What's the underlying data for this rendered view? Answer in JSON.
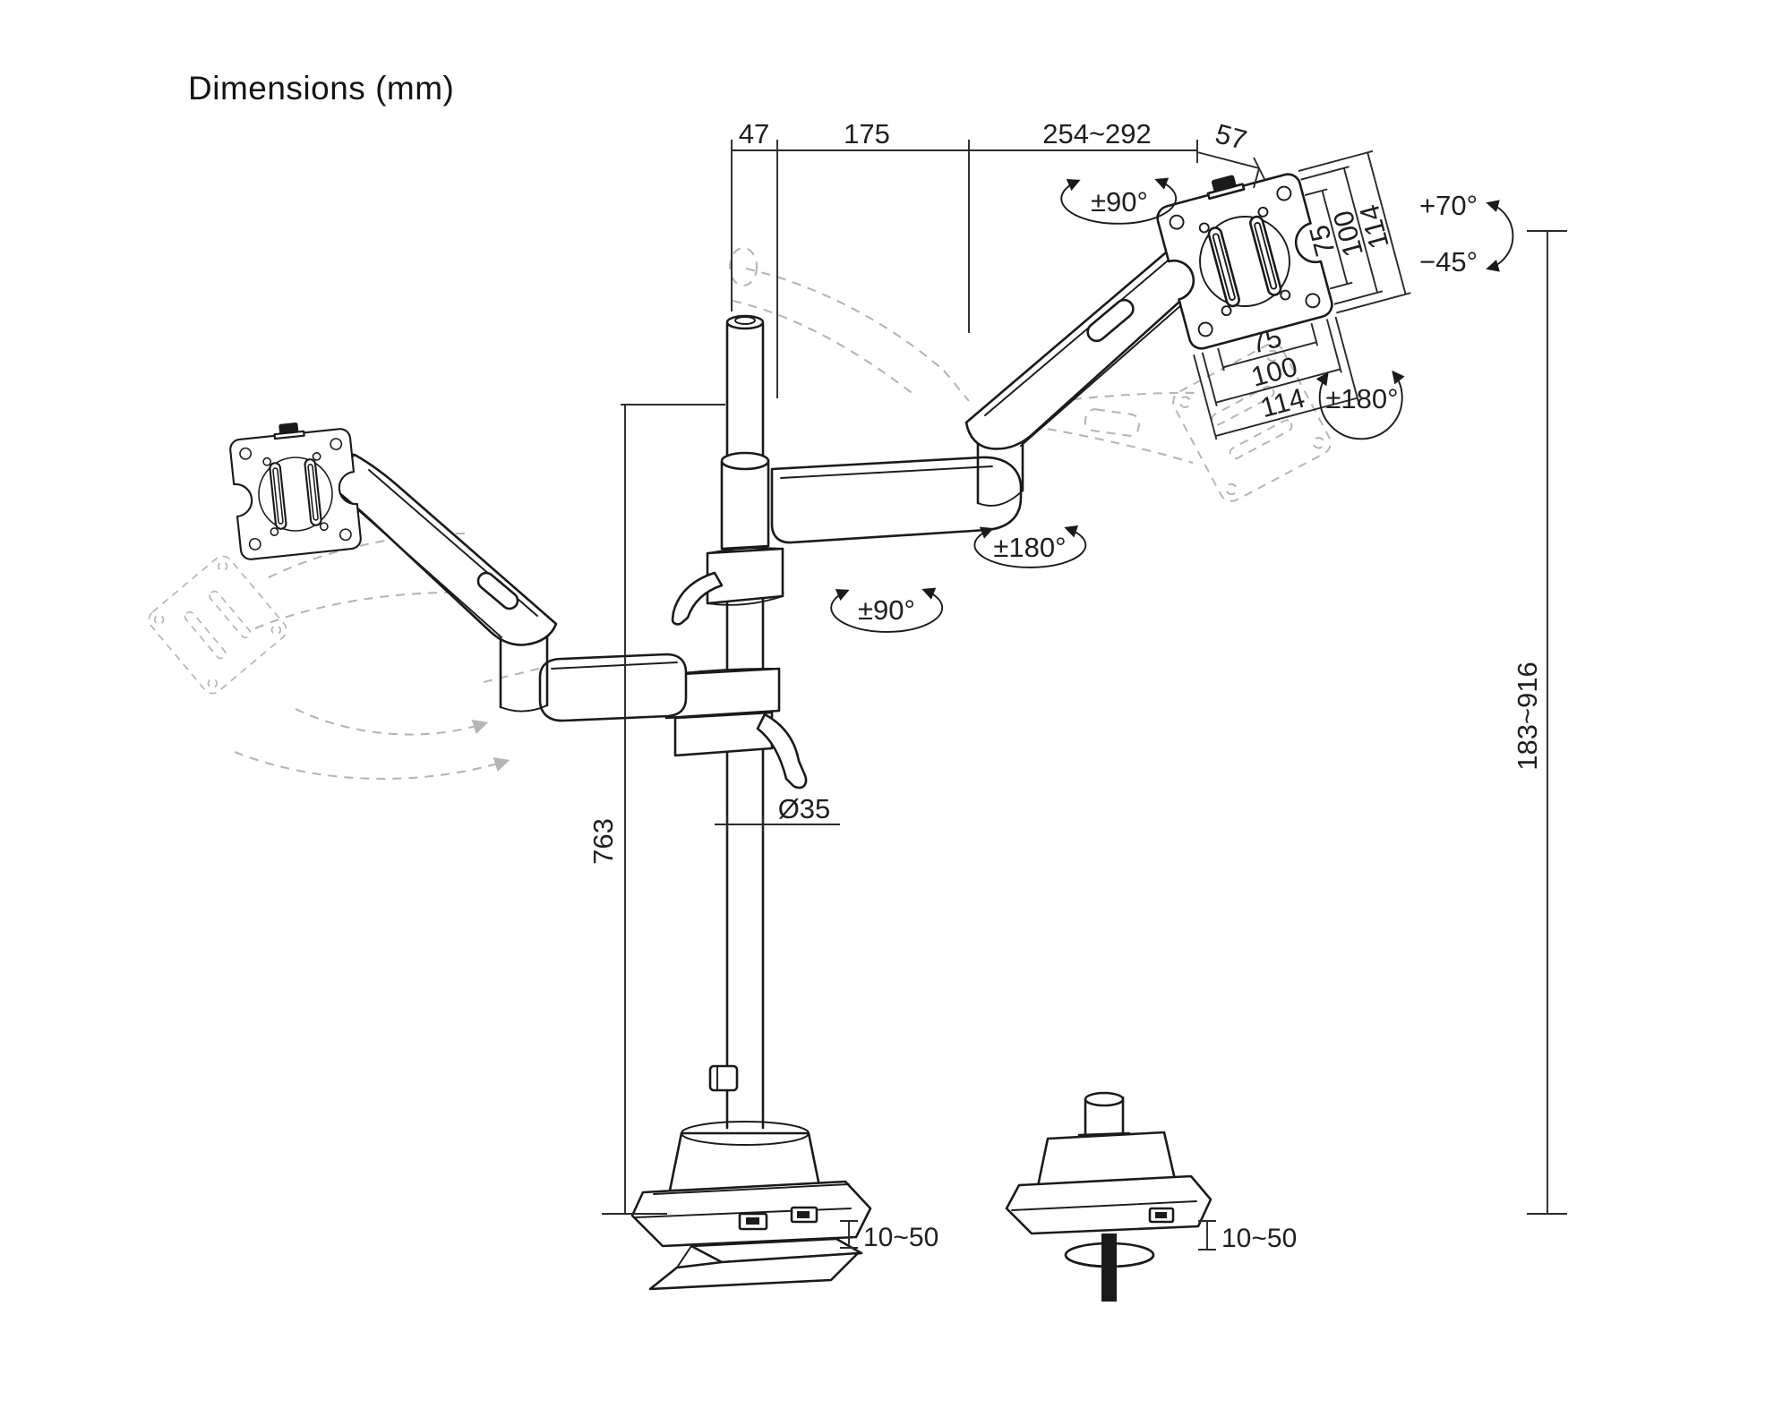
{
  "title": "Dimensions (mm)",
  "annotations": {
    "top_chain": {
      "pole_offset": "47",
      "arm_link": "175",
      "arm_reach": "254~292",
      "vesa_depth": "57"
    },
    "vesa": {
      "side": {
        "s75": "75",
        "s100": "100",
        "s114": "114"
      },
      "bottom": {
        "b75": "75",
        "b100": "100",
        "b114": "114"
      }
    },
    "angles": {
      "swivel_top": "±90°",
      "tilt_up": "+70°",
      "tilt_down": "−45°",
      "rotation_vesa": "±180°",
      "swivel_arm": "±180°",
      "swivel_pole": "±90°"
    },
    "vertical": {
      "pole_height": "763",
      "pole_diameter": "Ø35",
      "height_range": "183~916"
    },
    "desk": {
      "clamp_range": "10~50",
      "grommet_range": "10~50"
    }
  }
}
